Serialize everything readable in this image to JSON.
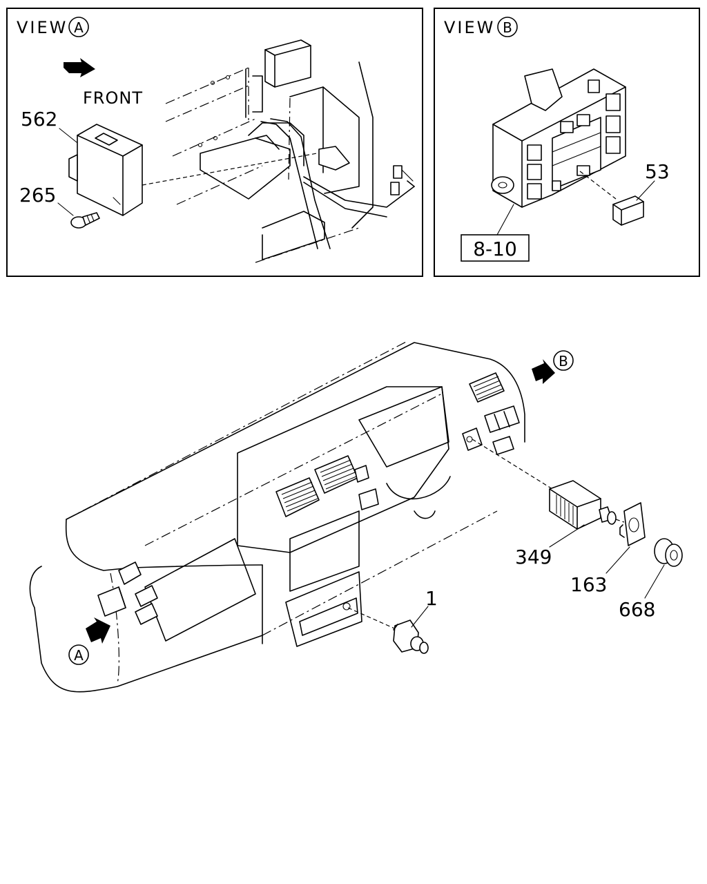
{
  "view_a": {
    "title": "VIEW",
    "marker": "A",
    "direction_label": "FRONT",
    "callouts": {
      "p562": "562",
      "p265": "265"
    }
  },
  "view_b": {
    "title": "VIEW",
    "marker": "B",
    "callouts": {
      "p53": "53",
      "p810": "8-10"
    }
  },
  "main": {
    "marker_a": "A",
    "marker_b": "B",
    "callouts": {
      "p1": "1",
      "p349": "349",
      "p163": "163",
      "p668": "668"
    }
  }
}
